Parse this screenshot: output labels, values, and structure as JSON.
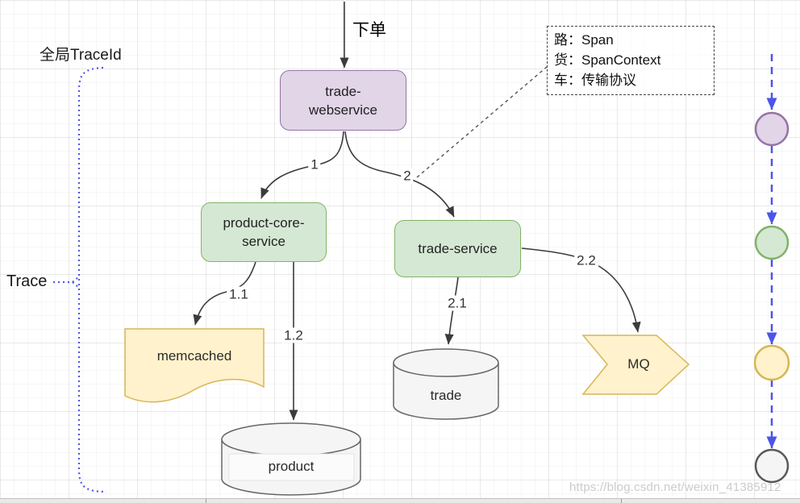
{
  "annotations": {
    "order_label": "下单",
    "global_trace_label": "全局TraceId",
    "trace_label": "Trace",
    "watermark": "https://blog.csdn.net/weixin_41385912"
  },
  "legend": {
    "line1": "路：Span",
    "line2": "货：SpanContext",
    "line3": "车：传输协议"
  },
  "nodes": {
    "trade_webservice": "trade-\nwebservice",
    "product_core_service": "product-core-\nservice",
    "trade_service": "trade-service",
    "memcached": "memcached",
    "mq": "MQ",
    "product_db": "product",
    "trade_db": "trade"
  },
  "edges": {
    "call_1": "1",
    "call_2": "2",
    "call_1_1": "1.1",
    "call_1_2": "1.2",
    "call_2_1": "2.1",
    "call_2_2": "2.2"
  },
  "timeline_nodes": [
    {
      "name": "span-node-webservice",
      "fill": "#e1d5e7",
      "stroke": "#9673a6"
    },
    {
      "name": "span-node-service",
      "fill": "#d5e8d4",
      "stroke": "#82b366"
    },
    {
      "name": "span-node-mq",
      "fill": "#fff2cc",
      "stroke": "#d6b656"
    },
    {
      "name": "span-node-db",
      "fill": "#f5f5f5",
      "stroke": "#666666"
    }
  ],
  "colors": {
    "purple_fill": "#e1d5e7",
    "purple_stroke": "#9673a6",
    "green_fill": "#d5e8d4",
    "green_stroke": "#82b366",
    "yellow_fill": "#fff2cc",
    "yellow_stroke": "#d6b656",
    "gray_fill": "#f5f5f5",
    "gray_stroke": "#666666",
    "trace_dash_line": "#5257e5",
    "edge_line": "#3b3b3b"
  }
}
